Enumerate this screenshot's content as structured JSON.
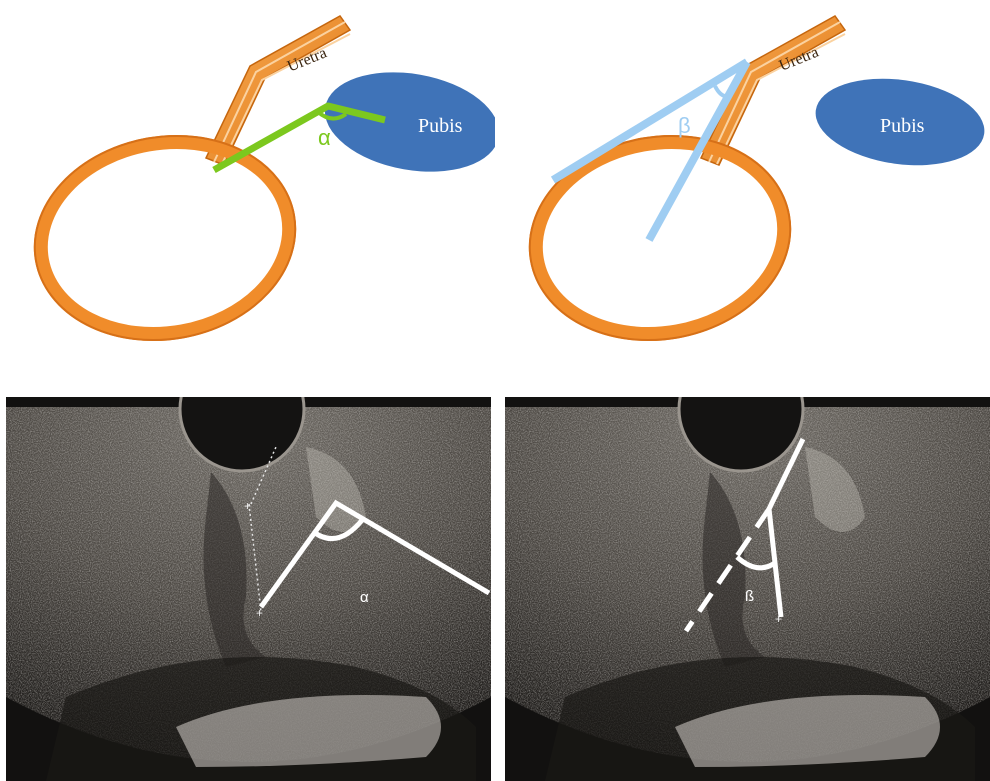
{
  "diagrams": {
    "alpha": {
      "urethra_label": "Uretra",
      "pubis_label": "Pubis",
      "angle_symbol": "α"
    },
    "beta": {
      "urethra_label": "Uretra",
      "pubis_label": "Pubis",
      "angle_symbol": "β"
    }
  },
  "ultrasounds": {
    "alpha": {
      "angle_symbol": "α"
    },
    "beta": {
      "angle_symbol": "ß"
    }
  },
  "colors": {
    "bladder": "#f08c2a",
    "pubis": "#3f73b8",
    "alpha_line": "#7cc81e",
    "beta_line": "#9fcdf2"
  }
}
